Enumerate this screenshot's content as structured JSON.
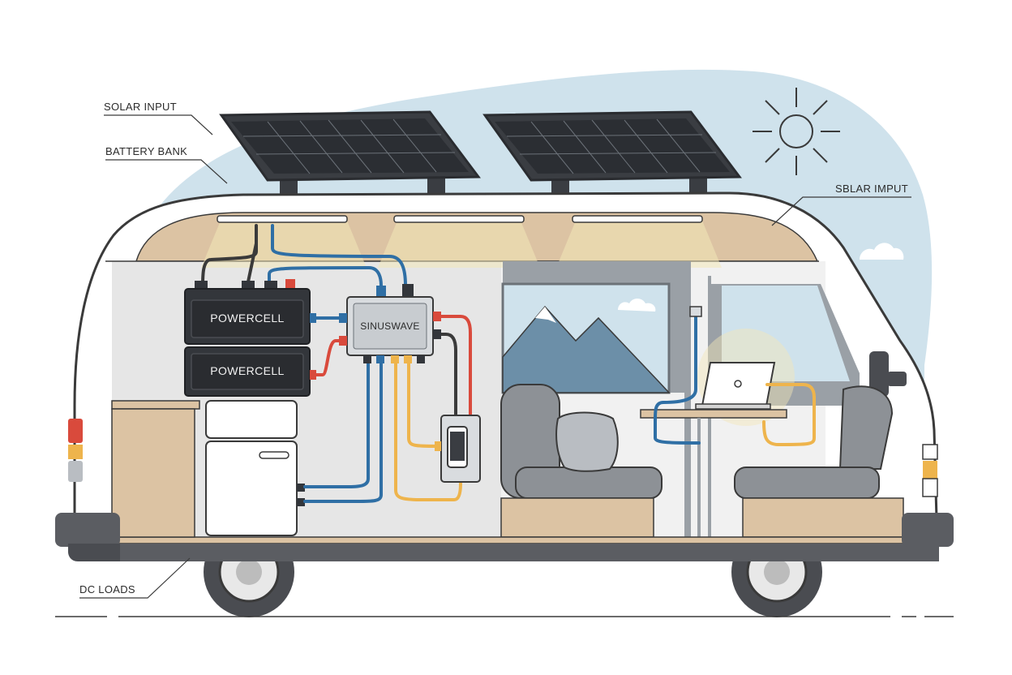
{
  "callouts": {
    "solar_input_left": "SOLAR INPUT",
    "battery_bank": "BATTERY BANK",
    "solar_input_right": "SBLAR IMPUT",
    "dc_loads": "DC LOADS"
  },
  "batteries": [
    {
      "label": "POWERCELL"
    },
    {
      "label": "POWERCELL"
    }
  ],
  "inverter": {
    "label": "SINUSWAVE"
  },
  "colors": {
    "sky": "#cfe2ec",
    "wood": "#dcc3a3",
    "van_body": "#ffffff",
    "outline": "#3a3a3a",
    "bumper": "#5b5d62",
    "battery": "#33363b",
    "wire_blue": "#2f6fa5",
    "wire_red": "#d94a3c",
    "wire_yellow": "#eeb44c",
    "wire_dark": "#3a3a3a",
    "seat": "#8d9196",
    "mountain": "#6c8fa8"
  },
  "icons": [
    "sun-icon",
    "cloud-icon",
    "solar-panel-icon",
    "phone-icon",
    "laptop-icon",
    "fridge-icon"
  ]
}
